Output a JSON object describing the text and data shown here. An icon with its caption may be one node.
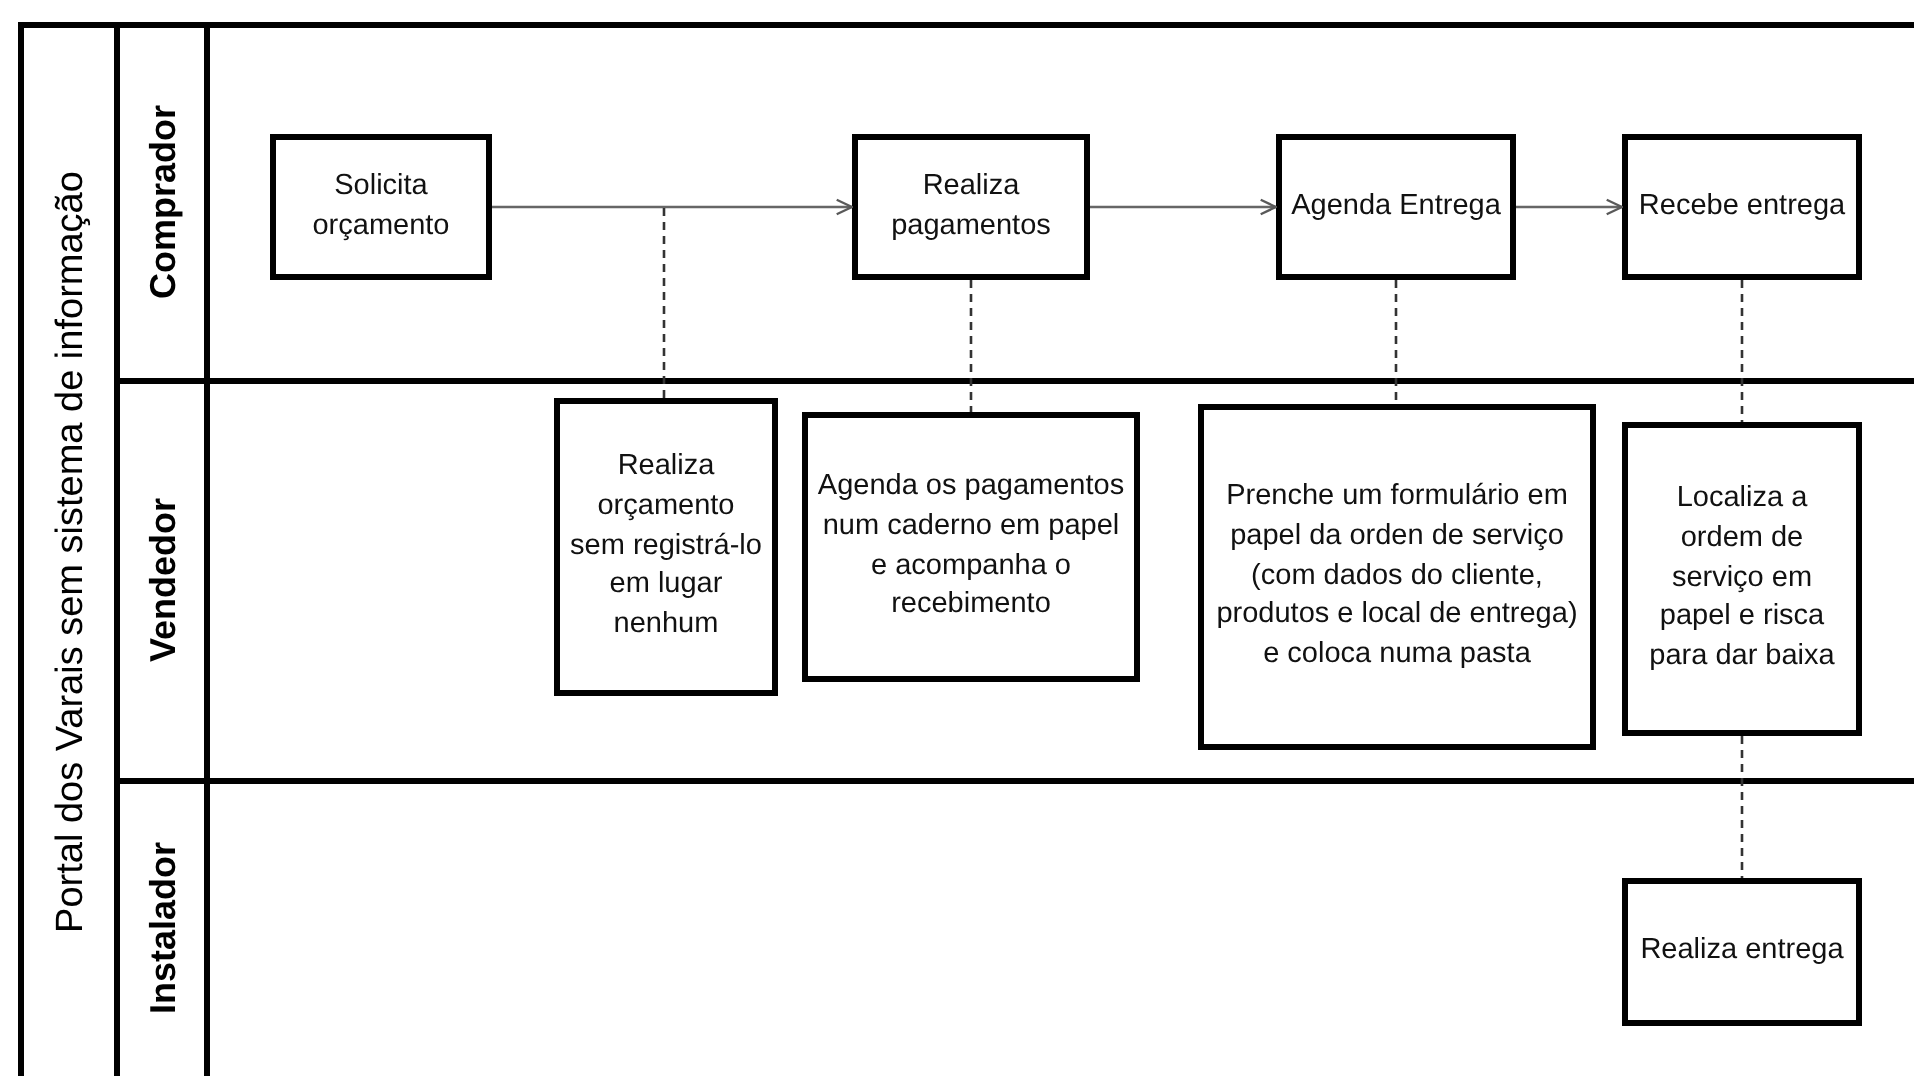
{
  "diagram": {
    "nodes": [
      {
        "text": [
          "Portal dos Varais sem sistema de informação"
        ]
      },
      {
        "text": [
          "Comprador"
        ],
        "in": 0
      },
      {
        "text": [
          "Solicita orçamento"
        ],
        "in": 1
      },
      {
        "text": [
          "Realiza pagamentos"
        ],
        "in": 1
      },
      {
        "text": [
          "Agenda Entrega"
        ],
        "in": 1
      },
      {
        "text": [
          "Recebe entrega"
        ],
        "in": 1
      },
      {
        "text": [
          "Vendedor"
        ],
        "in": 0
      },
      {
        "text": [
          "Realiza orçamento sem registrá-lo em lugar nenhum"
        ],
        "in": 6
      },
      {
        "text": [
          "Agenda os pagamentos num caderno em papel e acompanha o recebimento"
        ],
        "in": 6
      },
      {
        "text": [
          "Prenche um formulário em papel da orden de serviço (com dados do cliente, produtos e local de entrega) e coloca numa pasta"
        ],
        "in": 6
      },
      {
        "text": [
          "Localiza a ordem de serviço em papel e risca para dar baixa"
        ],
        "in": 6
      },
      {
        "text": [
          "Instalador"
        ],
        "in": 0
      },
      {
        "text": [
          "Realiza entrega"
        ],
        "in": 11
      }
    ],
    "edges": [
      {
        "from": 2,
        "to": 3,
        "arrow": "to"
      },
      {
        "from": 3,
        "to": 4,
        "arrow": "to"
      },
      {
        "from": 4,
        "to": 5,
        "arrow": "to"
      },
      {
        "from": null,
        "to": 7,
        "arrow": "none",
        "style": "dashed"
      },
      {
        "from": 3,
        "to": 8,
        "arrow": "none",
        "style": "dashed"
      },
      {
        "from": 4,
        "to": 9,
        "arrow": "none",
        "style": "dashed"
      },
      {
        "from": 5,
        "to": 10,
        "arrow": "none",
        "style": "dashed"
      },
      {
        "from": 10,
        "to": 12,
        "arrow": "none",
        "style": "dashed"
      }
    ]
  }
}
